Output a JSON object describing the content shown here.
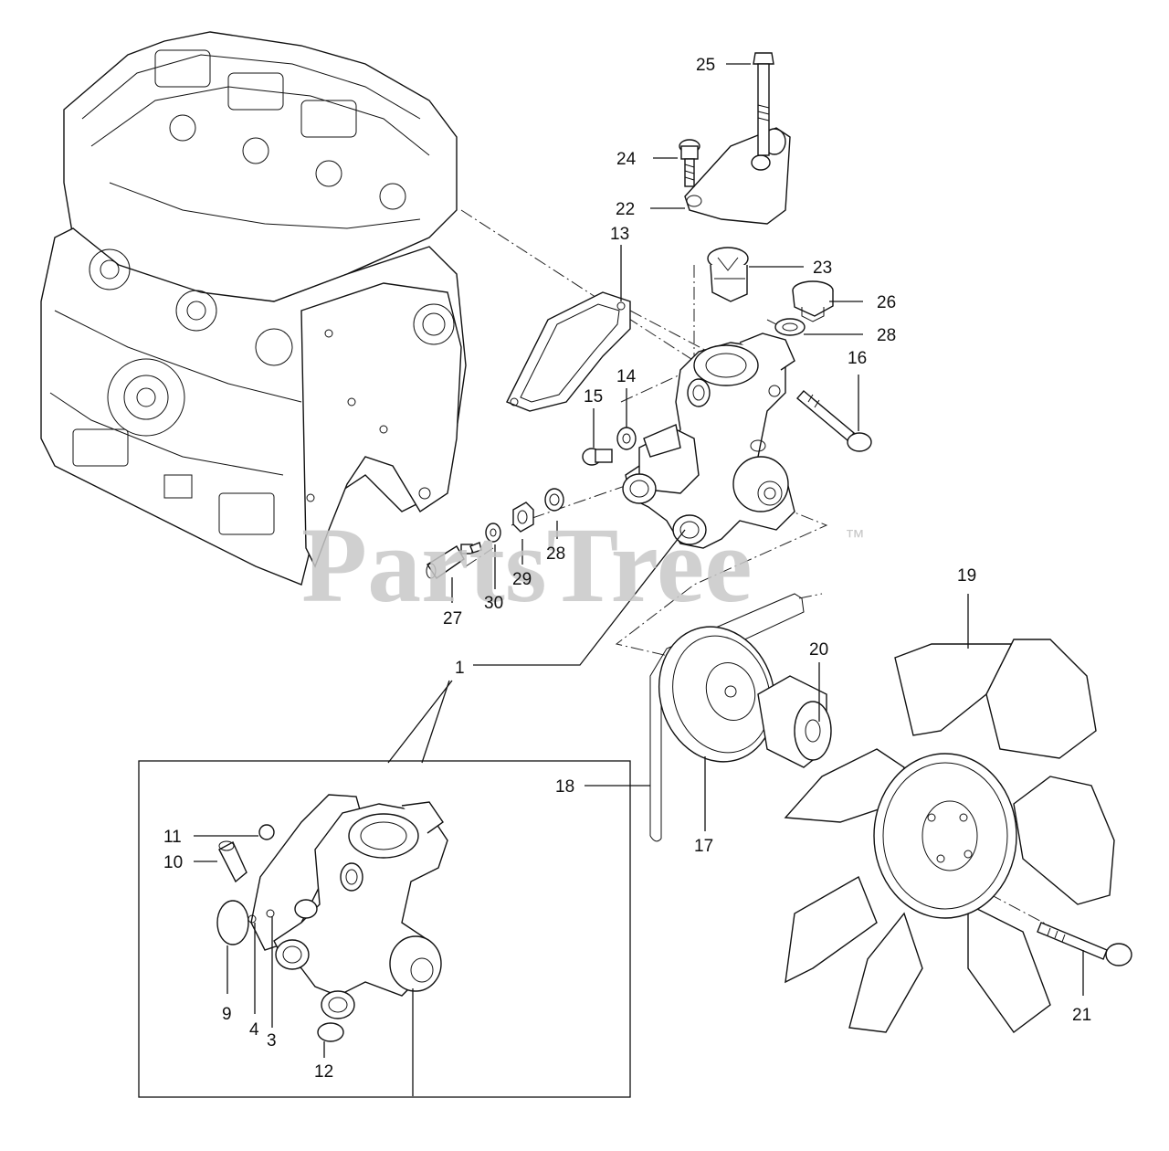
{
  "watermark": {
    "text": "PartsTree",
    "tm": "™"
  },
  "callouts": {
    "c25": "25",
    "c24": "24",
    "c22": "22",
    "c13": "13",
    "c23": "23",
    "c26": "26",
    "c28a": "28",
    "c16": "16",
    "c14": "14",
    "c15": "15",
    "c28b": "28",
    "c29": "29",
    "c30": "30",
    "c27": "27",
    "c1": "1",
    "c19": "19",
    "c20": "20",
    "c18": "18",
    "c17": "17",
    "c21": "21",
    "c11": "11",
    "c10": "10",
    "c9": "9",
    "c4": "4",
    "c3": "3",
    "c12": "12"
  }
}
